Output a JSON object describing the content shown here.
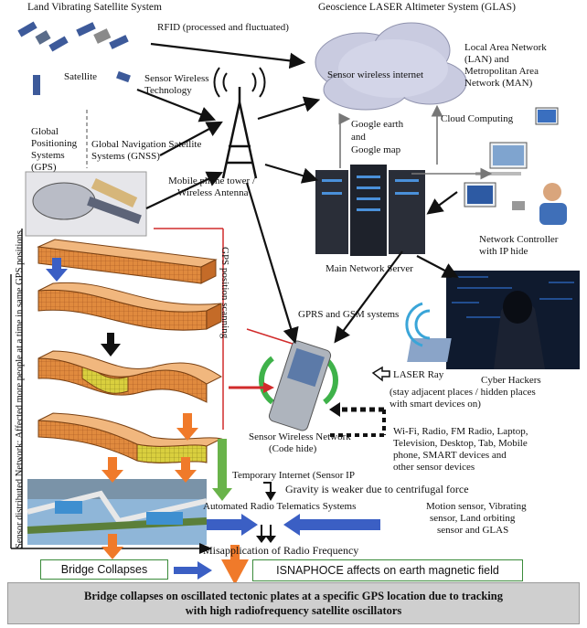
{
  "headers": {
    "left": "Land Vibrating Satellite System",
    "right": "Geoscience LASER Altimeter System (GLAS)"
  },
  "labels": {
    "rfid": "RFID (processed and fluctuated)",
    "sensor_internet": "Sensor wireless internet",
    "lan_1": "Local Area Network",
    "lan_2": "(LAN) and",
    "lan_3": "Metropolitan Area",
    "lan_4": "Network (MAN)",
    "satellite": "Satellite",
    "sensor_wireless_tech_1": "Sensor Wireless",
    "sensor_wireless_tech_2": "Technology",
    "google_1": "Google earth",
    "google_2": "and",
    "google_3": "Google map",
    "cloud": "Cloud Computing",
    "gps_1": "Global",
    "gps_2": "Positioning",
    "gps_3": "Systems",
    "gps_4": "(GPS)",
    "gnss_1": "Global Navigation Satellite",
    "gnss_2": "Systems (GNSS)",
    "tower_1": "Mobile phone tower /",
    "tower_2": "Wireless Antenna",
    "server": "Main Network Server",
    "net_ctrl_1": "Network Controller",
    "net_ctrl_2": "with IP hide",
    "gps_scanning": "GPS position scanning",
    "gprs": "GPRS and GSM systems",
    "laser": "LASER Ray",
    "hackers_1": "Cyber Hackers",
    "hackers_2": "(stay adjacent places / hidden places",
    "hackers_3": "with smart devices on)",
    "wifi_1": "Wi-Fi, Radio, FM Radio, Laptop,",
    "wifi_2": "Television, Desktop, Tab, Mobile",
    "wifi_3": "phone, SMART devices and",
    "wifi_4": "other sensor devices",
    "swn_1": "Sensor Wireless Network",
    "swn_2": "(Code hide)",
    "temp_internet": "Temporary Internet (Sensor IP",
    "gravity": "Gravity is weaker due to centrifugal force",
    "art": "Automated Radio Telematics Systems",
    "motion_1": "Motion sensor, Vibrating",
    "motion_2": "sensor, Land orbiting",
    "motion_3": "sensor and GLAS",
    "misapp": "Misapplication of Radio Frequency",
    "vertical": "Sensor distributed Network: Affected more people at a time in same GPS positions"
  },
  "boxes": {
    "bridge": "Bridge Collapses",
    "isnaphoce": "ISNAPHOCE affects on earth magnetic field"
  },
  "footer": {
    "line1": "Bridge collapses on oscillated tectonic plates at a specific GPS location due to tracking",
    "line2": "with high radiofrequency satellite oscillators"
  },
  "colors": {
    "arrow_black": "#111111",
    "arrow_blue": "#3b5fc4",
    "arrow_orange": "#f07a2a",
    "arrow_green": "#69b34a",
    "arrow_red": "#d12b2b",
    "plate_orange": "#e08a3e",
    "plate_yellow": "#d9cf3e",
    "cloud": "#c9cbe0",
    "footer_bg": "#cfcfcf"
  }
}
